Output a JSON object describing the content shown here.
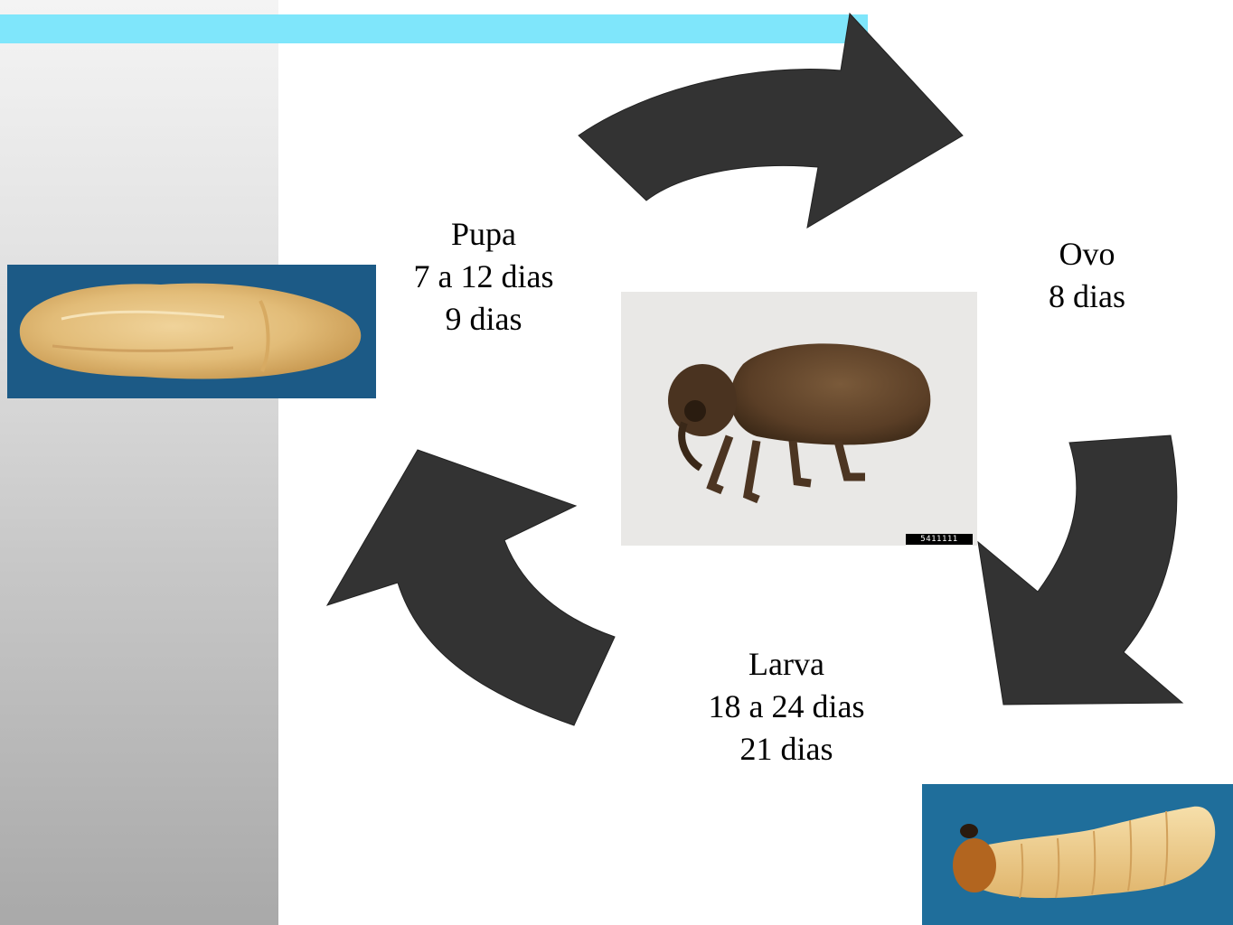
{
  "stages": {
    "pupa": {
      "name": "Pupa",
      "range": "7 a 12 dias",
      "average": "9 dias"
    },
    "ovo": {
      "name": "Ovo",
      "days": "8 dias"
    },
    "larva": {
      "name": "Larva",
      "range": "18 a 24 dias",
      "average": "21 dias"
    }
  },
  "photos": {
    "beetle_id": "5411111"
  },
  "colors": {
    "arrow": "#333333",
    "stripe": "#7fe6fb",
    "photo_background": "#1f6e9b"
  },
  "icons": [
    "cycle-arrow-icon"
  ]
}
